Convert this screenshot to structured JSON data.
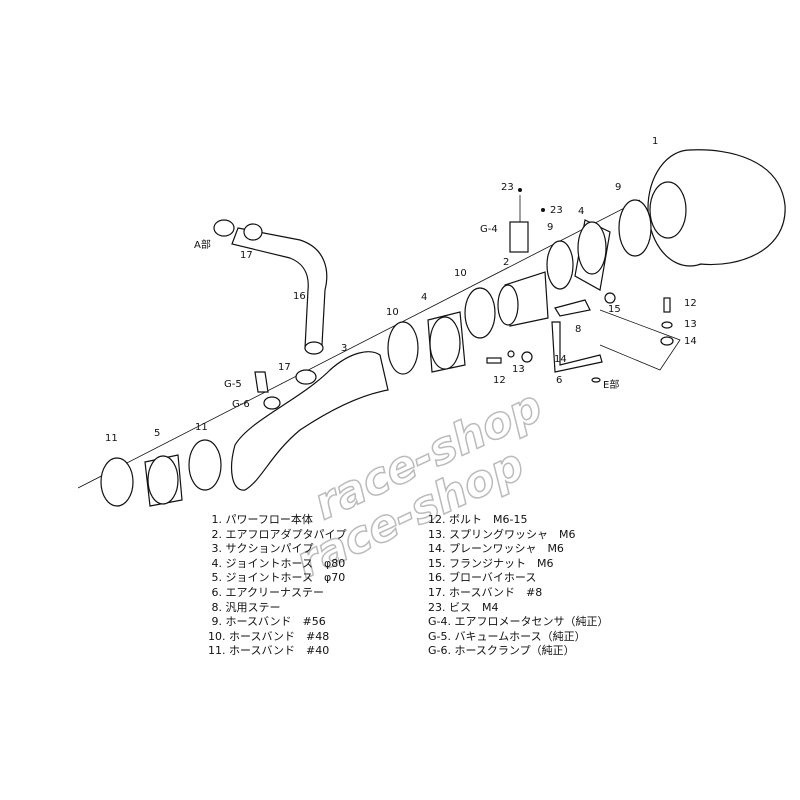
{
  "watermark": "race-shop",
  "callouts": {
    "c1": "1",
    "c23a": "23",
    "c23b": "23",
    "c9a": "9",
    "c9b": "9",
    "cG4": "G-4",
    "c4a": "4",
    "c2": "2",
    "c10a": "10",
    "c15": "15",
    "c12a": "12",
    "c13a": "13",
    "c14a": "14",
    "c8": "8",
    "c14b": "14",
    "c6": "6",
    "cE": "E部",
    "c13b": "13",
    "c12b": "12",
    "c4b": "4",
    "c10b": "10",
    "c3": "3",
    "c16": "16",
    "c17a": "17",
    "c17b": "17",
    "cA": "A部",
    "cG5": "G-5",
    "cG6": "G-6",
    "c11a": "11",
    "c5": "5",
    "c11b": "11"
  },
  "parts_left": [
    " 1. パワーフロー本体",
    " 2. エアフロアダプタパイプ",
    " 3. サクションパイプ",
    " 4. ジョイントホース　φ80",
    " 5. ジョイントホース　φ70",
    " 6. エアクリーナステー",
    " 8. 汎用ステー",
    " 9. ホースバンド　#56",
    "10. ホースバンド　#48",
    "11. ホースバンド　#40"
  ],
  "parts_right": [
    "12. ボルト　M6-15",
    "13. スプリングワッシャ　M6",
    "14. プレーンワッシャ　M6",
    "15. フランジナット　M6",
    "16. ブローバイホース",
    "17. ホースバンド　#8",
    "23. ビス　M4",
    "G-4. エアフロメータセンサ（純正）",
    "G-5. バキュームホース（純正）",
    "G-6. ホースクランプ（純正）"
  ]
}
